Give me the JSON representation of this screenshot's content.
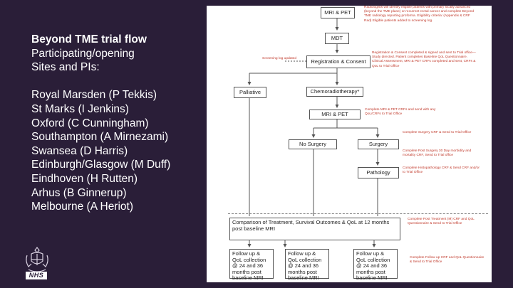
{
  "sidebar": {
    "title": "Beyond TME trial flow",
    "subtitle_line1": "Participating/opening",
    "subtitle_line2": "Sites and PIs:",
    "sites": [
      "Royal Marsden (P Tekkis)",
      "St Marks (I Jenkins)",
      "Oxford (C Cunningham)",
      "Southampton (A Mirnezami)",
      "Swansea (D Harris)",
      "Edinburgh/Glasgow (M Duff)",
      "Eindhoven (H Rutten)",
      "Arhus (B Ginnerup)",
      "Melbourne (A Heriot)"
    ],
    "nhs_logo": "NHS"
  },
  "flowchart": {
    "boxes": {
      "mri_pet": "MRI & PET",
      "mdt": "MDT",
      "registration": "Registration & Consent",
      "palliative": "Palliative",
      "chemoradiotherapy": "Chemoradiotherapy*",
      "mri_pet_2": "MRI & PET",
      "no_surgery": "No Surgery",
      "surgery": "Surgery",
      "pathology": "Pathology",
      "comparison": "Comparison of Treatment, Survival Outcomes & QoL at 12 months post baseline MRI",
      "followup_1": "Follow up & QoL collection @ 24 and 36 months post baseline MRI",
      "followup_2": "Follow up & QoL collection @ 24 and 36 months post baseline MRI",
      "followup_3": "Follow up & QoL collection @ 24 and 36 months post baseline MRI"
    },
    "notes": {
      "top": "Radiologists will identify eligible patients with primary locally advanced (beyond the TME plane) or recurrent rectal cancer and complete Beyond TME radiology reporting proforma. Eligibility criteria: (Appendix & CRF Rad) Eligible patients added to screening log.",
      "screening": "Screening log updated",
      "registration": "Registration & Consent completed & signed and sent to Trial office—Study directed. Patient completes Baseline QoL Questionnaire. Clinical Assessment, MRI & PET CRFs completed and sent, CRFs & QoL to Trial Office",
      "mri_pet_2": "Complete MRI & PET CRFs and send with any QoL/CRFs to Trial Office",
      "surgery_crf": "Complete Surgery CRF & Send to Trial Office",
      "post_surgery": "Complete Post Surgery 30 Day morbidity and mortality CRF, Send to Trial office",
      "pathology": "Complete Histopathology CRF & Send CRF and/or to Trial Office",
      "post_treatment": "Complete Post Treatment (M) CRF and QoL Questionnaire & Send to Trial Office",
      "followup": "Complete Follow up CRF and QoL Questionnaire & Send to Trial Office"
    }
  }
}
